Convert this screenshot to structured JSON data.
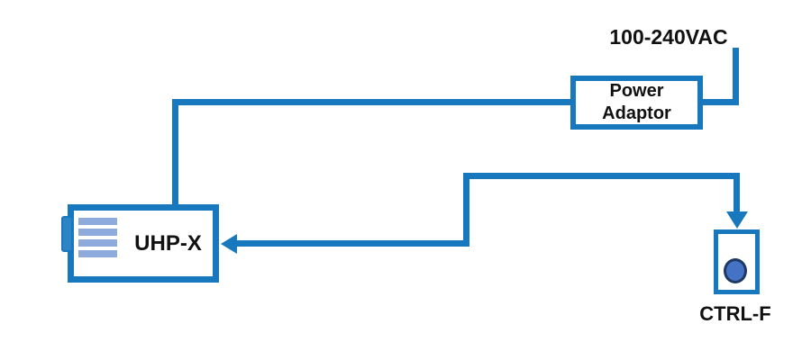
{
  "colors": {
    "line": "#1878BE",
    "vent": "#8FAADC",
    "button_fill": "#4472C4",
    "button_border": "#1F3864",
    "text": "#111111",
    "bg": "#FFFFFF"
  },
  "nodes": {
    "ac_source": {
      "label": "100-240VAC"
    },
    "power_adaptor": {
      "lines": [
        "Power",
        "Adaptor"
      ]
    },
    "projector": {
      "label": "UHP-X"
    },
    "controller": {
      "label": "CTRL-F"
    }
  },
  "connections": [
    {
      "from": "100-240VAC",
      "to": "Power Adaptor",
      "style": "plain-line"
    },
    {
      "from": "Power Adaptor",
      "to": "UHP-X",
      "style": "plain-line"
    },
    {
      "from": "UHP-X",
      "to": "CTRL-F",
      "style": "arrow-both-ends"
    }
  ]
}
